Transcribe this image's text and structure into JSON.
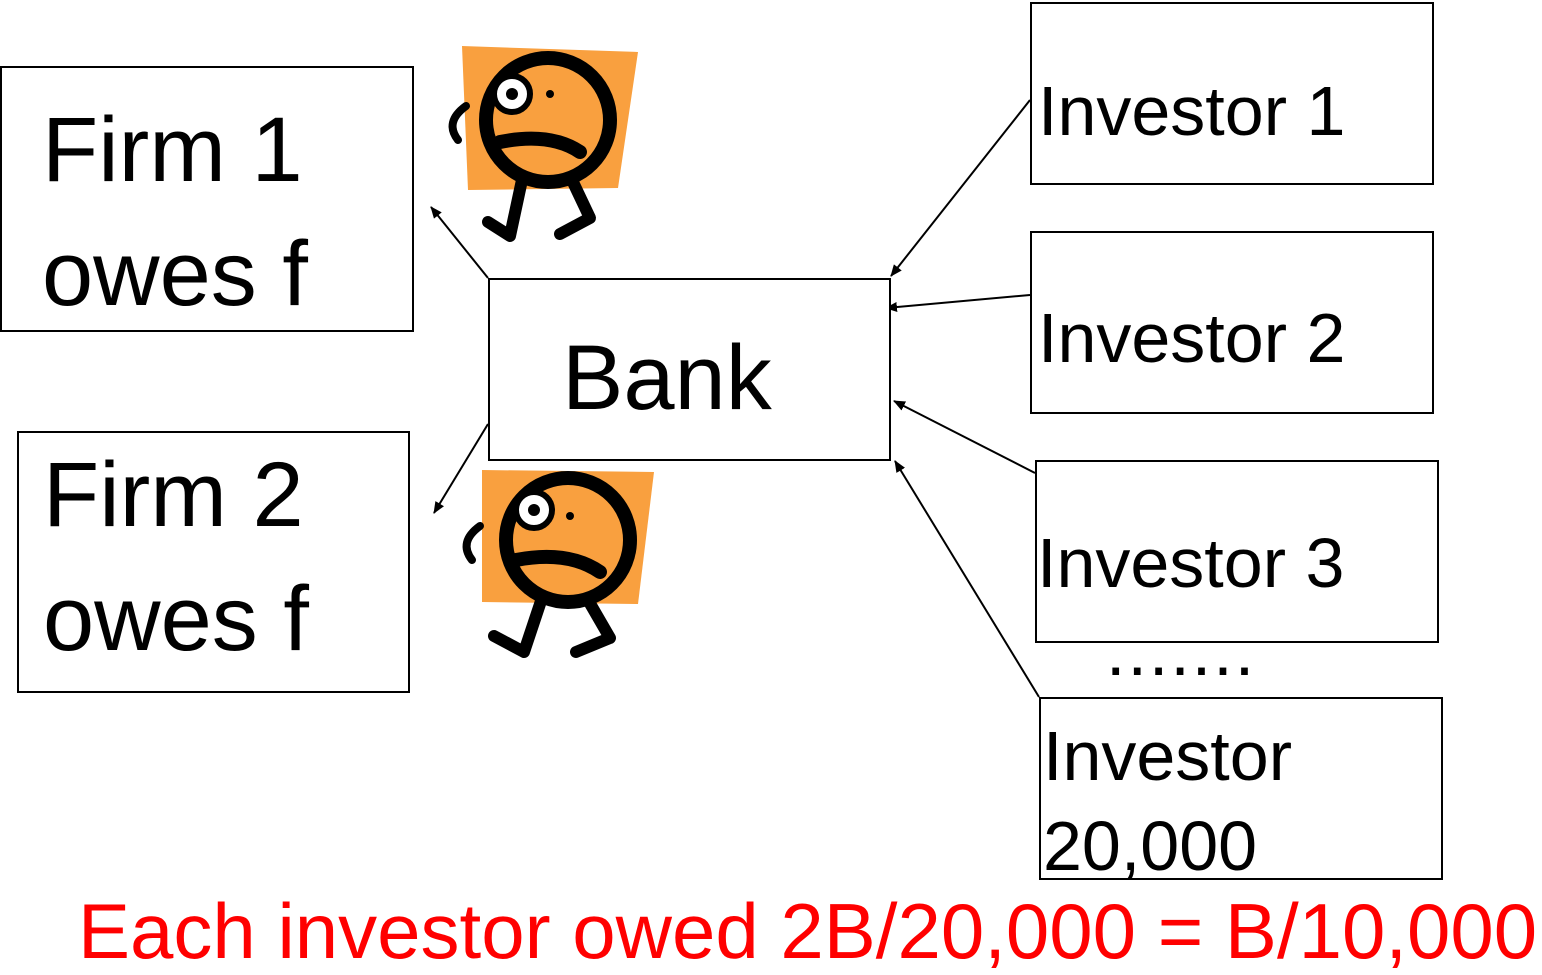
{
  "firm1": {
    "line1": "Firm 1",
    "line2": "owes f"
  },
  "firm2": {
    "line1": "Firm 2",
    "line2": "owes f"
  },
  "bank": {
    "label": "Bank"
  },
  "investors": {
    "inv1": "Investor 1",
    "inv2": "Investor 2",
    "inv3": "Investor 3",
    "ellipsis": ".......",
    "invN_line1": "Investor",
    "invN_line2": "20,000"
  },
  "footer": {
    "text": "Each investor owed 2B/20,000 = B/10,000"
  },
  "colors": {
    "footer_text": "#ff0000",
    "figure_fill": "#f9a03f",
    "line": "#000000"
  },
  "icons": [
    "worried-figure-icon",
    "worried-figure-icon"
  ]
}
